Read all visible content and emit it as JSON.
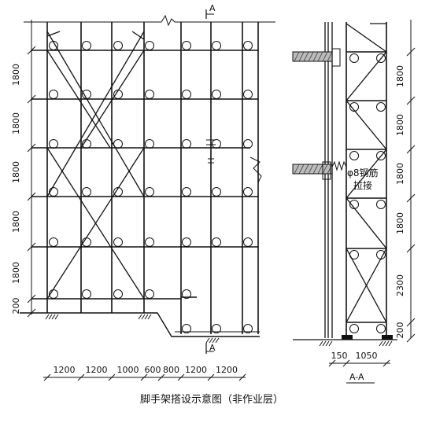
{
  "caption": "脚手架搭设示意图（非作业层）",
  "section_marks": {
    "top": "A",
    "bottom": "A",
    "side_title": "A-A"
  },
  "front_elevation": {
    "left_dims": [
      "200",
      "1800",
      "1800",
      "1800",
      "1800",
      "1800"
    ],
    "bottom_dims": [
      "1200",
      "1200",
      "1000",
      "600",
      "800",
      "1200",
      "1200"
    ]
  },
  "side_section": {
    "right_dims": [
      "200",
      "2300",
      "1800",
      "1800",
      "1800",
      "1800"
    ],
    "bottom_dims": [
      "150",
      "1050"
    ],
    "tie_note_line1": "φ8钢筋",
    "tie_note_line2": "拉接"
  },
  "colors": {
    "ink": "#111111",
    "background": "#ffffff",
    "hatch": "#555555"
  }
}
